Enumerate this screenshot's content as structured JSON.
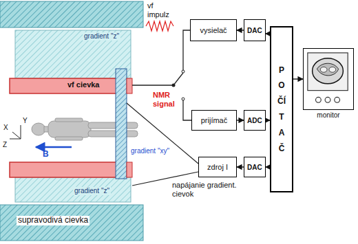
{
  "diagram": {
    "nodes": [
      {
        "text": [
          "vysielač"
        ]
      },
      {
        "text": [
          "DAC"
        ]
      },
      {
        "text": [
          "POČÍTAČ"
        ]
      },
      {
        "text": [
          "monitor"
        ]
      },
      {
        "text": [
          "prijímač"
        ]
      },
      {
        "text": [
          "ADC"
        ]
      },
      {
        "text": [
          "zdroj I"
        ]
      },
      {
        "text": [
          "DAC"
        ]
      }
    ],
    "edges": [
      {
        "from": 1,
        "to": 0,
        "arrow": "to"
      },
      {
        "from": 2,
        "to": 1,
        "arrow": "to"
      },
      {
        "from": 4,
        "to": 5,
        "arrow": "to"
      },
      {
        "from": 5,
        "to": 2,
        "arrow": "to"
      },
      {
        "from": 2,
        "to": 3,
        "arrow": "to"
      },
      {
        "from": 2,
        "to": 7,
        "arrow": "to"
      },
      {
        "from": 7,
        "to": 6,
        "arrow": "to"
      }
    ],
    "labels": [
      "vf impulz",
      "NMR signal",
      "gradient \"z\"",
      "vf cievka",
      "gradient \"xy\"",
      "B",
      "Y",
      "X",
      "Z",
      "gradient \"z\"",
      "supravodivá cievka",
      "napájanie gradient. cievok"
    ]
  }
}
